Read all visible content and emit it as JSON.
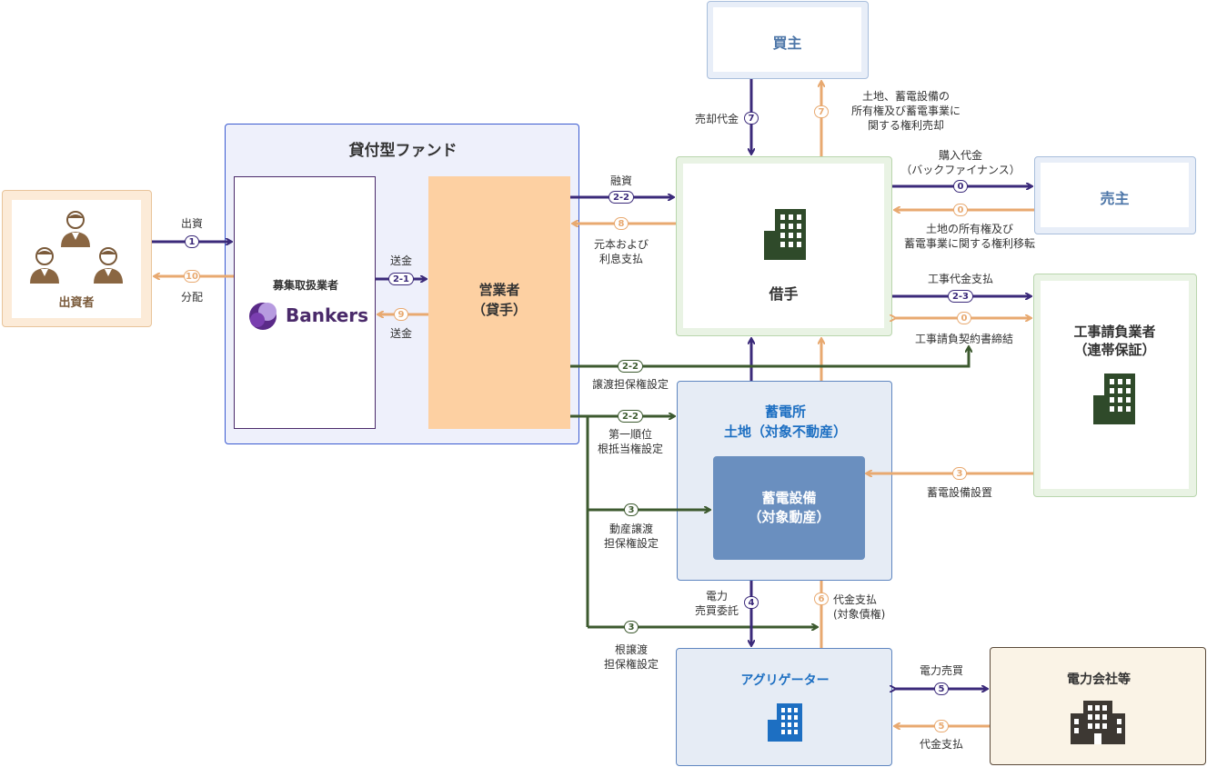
{
  "nodes": {
    "investors": {
      "label": "出資者"
    },
    "fund": {
      "title": "貸付型ファンド"
    },
    "broker": {
      "label": "募集取扱業者",
      "logo_text": "Bankers"
    },
    "operator": {
      "label": "営業者\n（貸手）"
    },
    "buyer": {
      "label": "買主"
    },
    "borrower": {
      "label": "借手"
    },
    "seller": {
      "label": "売主"
    },
    "contractor": {
      "label": "工事請負業者\n（連帯保証）"
    },
    "station": {
      "label": "蓄電所\n土地（対象不動産）"
    },
    "equipment": {
      "label": "蓄電設備\n（対象動産）"
    },
    "aggregator": {
      "label": "アグリゲーター"
    },
    "power_company": {
      "label": "電力会社等"
    }
  },
  "edges": {
    "e_invest": {
      "badge": "1",
      "label": "出資"
    },
    "e_distribute": {
      "badge": "10",
      "label": "分配"
    },
    "e_remit_1": {
      "badge": "2-1",
      "label": "送金"
    },
    "e_remit_9": {
      "badge": "9",
      "label": "送金"
    },
    "e_loan": {
      "badge": "2-2",
      "label": "融資"
    },
    "e_repay": {
      "badge": "8",
      "label": "元本および\n利息支払"
    },
    "e_sale_price": {
      "badge": "7",
      "label": "売却代金"
    },
    "e_rights_sale": {
      "badge": "7",
      "label": "土地、蓄電設備の\n所有権及び蓄電事業に\n関する権利売却"
    },
    "e_purchase": {
      "badge": "0",
      "label": "購入代金\n（バックファイナンス）"
    },
    "e_transfer": {
      "badge": "0",
      "label": "土地の所有権及び\n蓄電事業に関する権利移転"
    },
    "e_construction_pay": {
      "badge": "2-3",
      "label": "工事代金支払"
    },
    "e_contract": {
      "badge": "0",
      "label": "工事請負契約書締結"
    },
    "e_assign_security": {
      "badge": "2-2",
      "label": "譲渡担保権設定"
    },
    "e_mortgage": {
      "badge": "2-2",
      "label": "第一順位\n根抵当権設定"
    },
    "e_movable_security": {
      "badge": "3",
      "label": "動産譲渡\n担保権設定"
    },
    "e_install": {
      "badge": "3",
      "label": "蓄電設備設置"
    },
    "e_power_consign": {
      "badge": "4",
      "label": "電力\n売買委託"
    },
    "e_payment_claim": {
      "badge": "6",
      "label": "代金支払\n(対象債権)"
    },
    "e_root_security": {
      "badge": "3",
      "label": "根譲渡\n担保権設定"
    },
    "e_power_trade": {
      "badge": "5",
      "label": "電力売買"
    },
    "e_price_pay": {
      "badge": "5",
      "label": "代金支払"
    }
  },
  "colors": {
    "navy": "#3b2a7a",
    "orange": "#e8a970",
    "green": "#3d5a2f",
    "steel_blue": "#6a8fbf",
    "fund_bg": "#eef0fb",
    "operator_bg": "#fdd0a2"
  },
  "icons": [
    "person-icon",
    "building-icon"
  ]
}
